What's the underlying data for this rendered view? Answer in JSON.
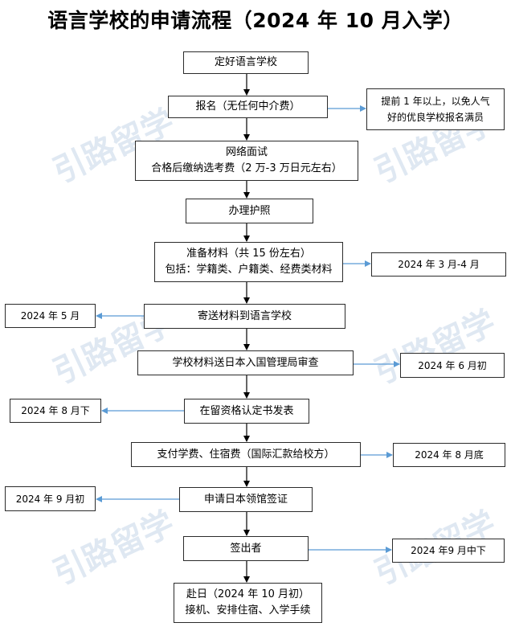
{
  "title": "语言学校的申请流程（2024 年 10 月入学）",
  "watermark": "引路留学",
  "colors": {
    "main_arrow": "#000000",
    "side_arrow": "#5b9bd5",
    "watermark": "#dfe8f2"
  },
  "steps": [
    {
      "lines": [
        "定好语言学校"
      ]
    },
    {
      "lines": [
        "报名（无任何中介费）"
      ]
    },
    {
      "lines": [
        "网络面试",
        "合格后缴纳选考费（2 万-3 万日元左右）"
      ]
    },
    {
      "lines": [
        "办理护照"
      ]
    },
    {
      "lines": [
        "准备材料（共 15 份左右）",
        "包括：学籍类、户籍类、经费类材料"
      ]
    },
    {
      "lines": [
        "寄送材料到语言学校"
      ]
    },
    {
      "lines": [
        "学校材料送日本入国管理局审查"
      ]
    },
    {
      "lines": [
        "在留资格认定书发表"
      ]
    },
    {
      "lines": [
        "支付学费、住宿费（国际汇款给校方）"
      ]
    },
    {
      "lines": [
        "申请日本领馆签证"
      ]
    },
    {
      "lines": [
        "签出者"
      ]
    },
    {
      "lines": [
        "赴日（2024 年 10 月初）",
        "接机、安排住宿、入学手续"
      ]
    }
  ],
  "notes": [
    {
      "step": 1,
      "lines": [
        "提前 1 年以上，以免人气",
        "好的优良学校报名满员"
      ]
    },
    {
      "step": 4,
      "lines": [
        "2024 年 3 月-4 月"
      ]
    },
    {
      "step": 5,
      "lines": [
        "2024 年 5 月"
      ]
    },
    {
      "step": 6,
      "lines": [
        "2024 年 6 月初"
      ]
    },
    {
      "step": 7,
      "lines": [
        "2024 年 8 月下"
      ]
    },
    {
      "step": 8,
      "lines": [
        "2024 年 8 月底"
      ]
    },
    {
      "step": 9,
      "lines": [
        "2024 年 9 月初"
      ]
    },
    {
      "step": 10,
      "lines": [
        "2024 年9 月中下"
      ]
    }
  ]
}
